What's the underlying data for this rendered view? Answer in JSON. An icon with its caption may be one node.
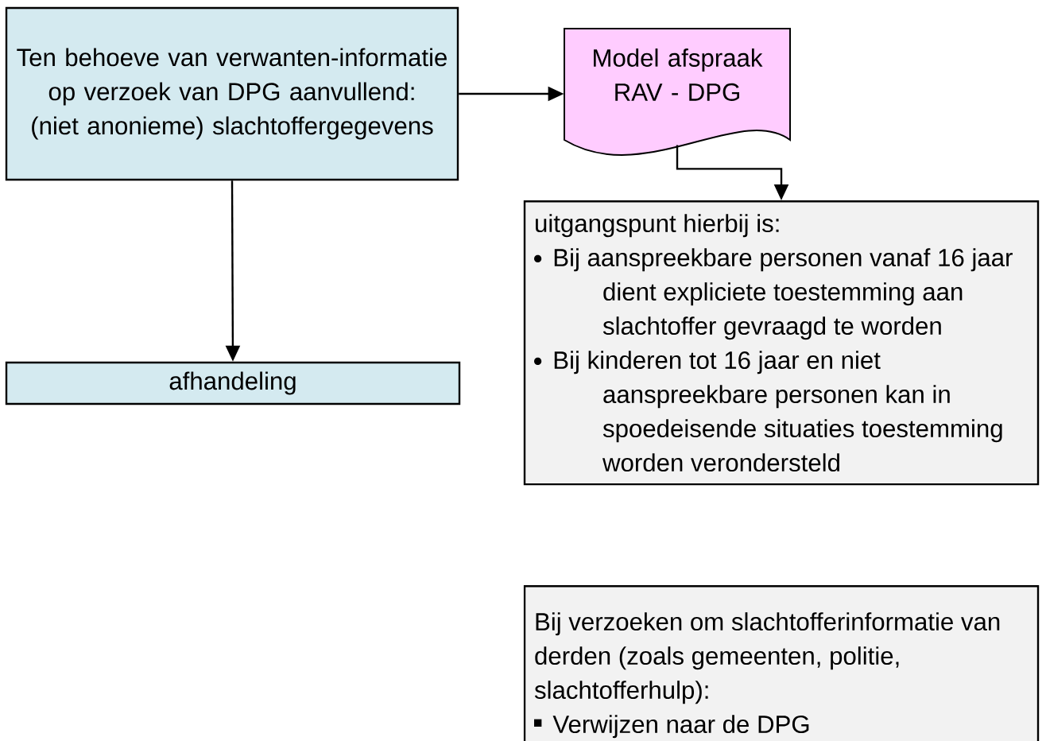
{
  "diagram": {
    "nodes": [
      {
        "text": [
          "Ten behoeve van verwanten-informatie op verzoek van DPG aanvullend:",
          "(niet anonieme) slachtoffergegevens"
        ]
      },
      {
        "text": [
          "Model afspraak RAV - DPG"
        ]
      },
      {
        "text": [
          "uitgangspunt hierbij is:",
          "Bij aanspreekbare personen vanaf 16 jaar dient expliciete toestemming aan slachtoffer gevraagd te worden",
          "Bij kinderen tot 16 jaar en niet aanspreekbare personen kan in spoedeisende situaties toestemming worden verondersteld"
        ]
      },
      {
        "text": [
          "afhandeling"
        ]
      },
      {
        "text": [
          "Bij verzoeken om slachtofferinformatie van derden (zoals gemeenten, politie, slachtofferhulp):",
          "Verwijzen naar de DPG"
        ]
      }
    ],
    "edges": [
      {
        "from": 0,
        "to": 1,
        "arrow": "to"
      },
      {
        "from": 1,
        "to": 2,
        "arrow": "to"
      },
      {
        "from": 0,
        "to": 3,
        "arrow": "to"
      }
    ]
  }
}
